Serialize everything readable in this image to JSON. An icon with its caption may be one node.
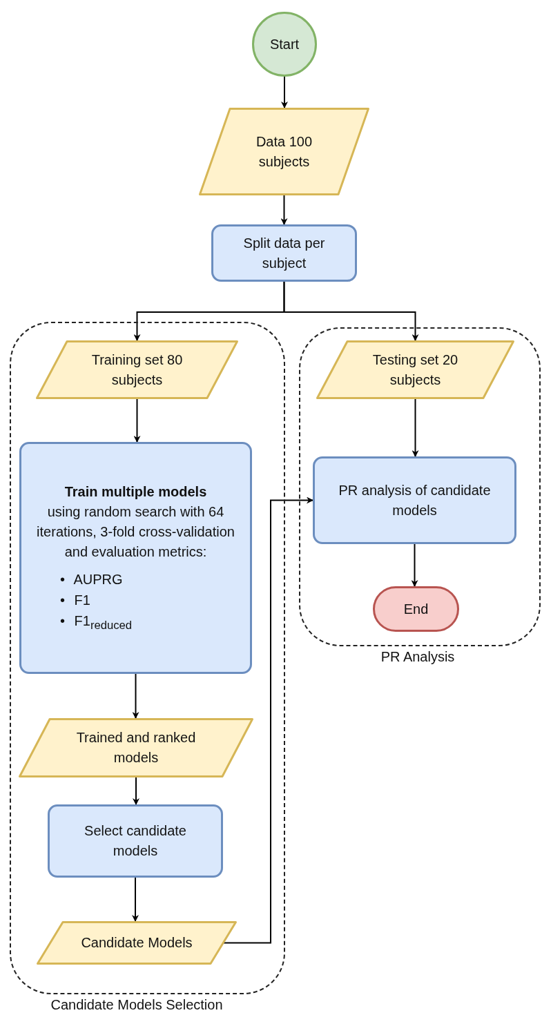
{
  "diagram": {
    "nodes": [
      {
        "text": [
          "Start"
        ]
      },
      {
        "text": [
          "Data 100 subjects"
        ]
      },
      {
        "text": [
          "Split data per subject"
        ]
      },
      {
        "text": [
          "Candidate Models Selection"
        ]
      },
      {
        "text": [
          "Training set 80 subjects"
        ],
        "in": 3
      },
      {
        "text": [
          "Train multiple models",
          "using random search with 64 iterations, 3-fold cross-validation and evaluation metrics:",
          "• AUPRG",
          "• F1",
          "• F1$_{reduced}$"
        ],
        "in": 3
      },
      {
        "text": [
          "Trained and ranked models"
        ],
        "in": 3
      },
      {
        "text": [
          "Select candidate models"
        ],
        "in": 3
      },
      {
        "text": [
          "Candidate Models"
        ],
        "in": 3
      },
      {
        "text": [
          "PR Analysis"
        ]
      },
      {
        "text": [
          "Testing set 20 subjects"
        ],
        "in": 9
      },
      {
        "text": [
          "PR analysis of candidate models"
        ],
        "in": 9
      },
      {
        "text": [
          "End"
        ],
        "in": 9
      }
    ],
    "edges": [
      {
        "from": 0,
        "to": 1,
        "arrow": "to"
      },
      {
        "from": 1,
        "to": 2,
        "arrow": "to"
      },
      {
        "from": 2,
        "to": 4,
        "arrow": "to"
      },
      {
        "from": 2,
        "to": 10,
        "arrow": "to"
      },
      {
        "from": 4,
        "to": 5,
        "arrow": "to"
      },
      {
        "from": 5,
        "to": 6,
        "arrow": "to"
      },
      {
        "from": 6,
        "to": 7,
        "arrow": "to"
      },
      {
        "from": 7,
        "to": 8,
        "arrow": "to"
      },
      {
        "from": 8,
        "to": 11,
        "arrow": "to"
      },
      {
        "from": 10,
        "to": 11,
        "arrow": "to"
      },
      {
        "from": 11,
        "to": 12,
        "arrow": "to"
      }
    ]
  }
}
